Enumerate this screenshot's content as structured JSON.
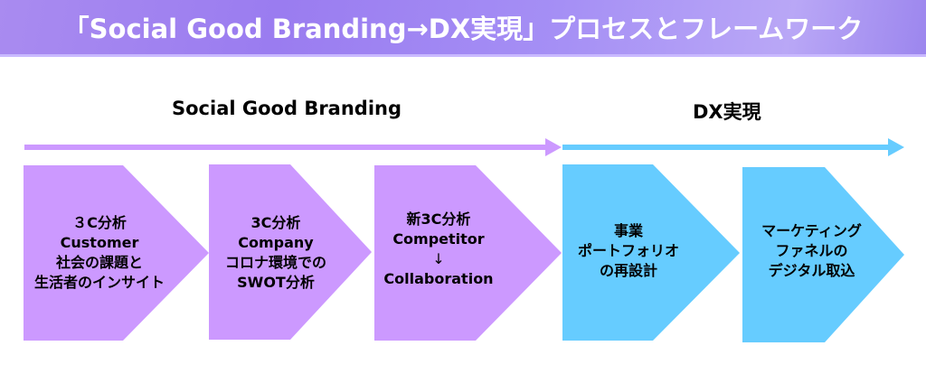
{
  "title": "「Social Good Branding→DX実現」プロセスとフレームワーク",
  "phases": [
    {
      "label": "Social Good Branding"
    },
    {
      "label": "DX実現"
    }
  ],
  "steps": [
    {
      "lines": [
        "３C分析",
        "Customer",
        "社会の課題と",
        "生活者のインサイト"
      ]
    },
    {
      "lines": [
        "3C分析",
        "Company",
        "コロナ環境での",
        "SWOT分析"
      ]
    },
    {
      "lines": [
        "新3C分析",
        "Competitor",
        "↓",
        "Collaboration"
      ]
    },
    {
      "lines": [
        "事業",
        "ポートフォリオ",
        "の再設計"
      ]
    },
    {
      "lines": [
        "マーケティング",
        "ファネルの",
        "デジタル取込"
      ]
    }
  ],
  "colors": {
    "purple": "#cc99ff",
    "blue": "#66ccff"
  }
}
